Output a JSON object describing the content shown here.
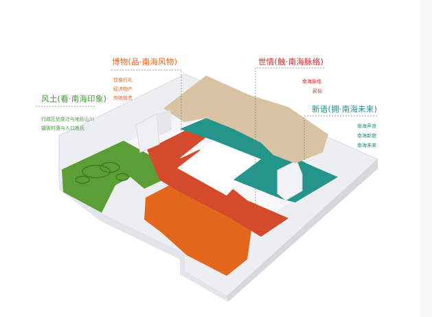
{
  "zones": {
    "fengtu": {
      "title": "风土(看·南海印象)",
      "items": [
        "行政区划变迁与地形山川",
        "镇街村落与人口姓氏"
      ],
      "color": "#5b9e35"
    },
    "bowu": {
      "title": "博物(品·南海风物)",
      "items": [
        "饮食行礼",
        "经济物产",
        "传统技艺"
      ],
      "color": "#e2661c"
    },
    "shiqing": {
      "title": "世情(触·南海脉络)",
      "items": [
        "南海脉络",
        "民俗"
      ],
      "color": "#d12f2a"
    },
    "xinyu": {
      "title": "新语(拥·南海未来)",
      "items": [
        "南海声浪",
        "南海新貌",
        "南海未来"
      ],
      "color": "#24958a"
    }
  },
  "colors": {
    "beige": "#d8c3a2",
    "wall": "#f0f1f4",
    "wall_shadow": "#d9dbe1",
    "red_floor": "#d44a2a"
  }
}
